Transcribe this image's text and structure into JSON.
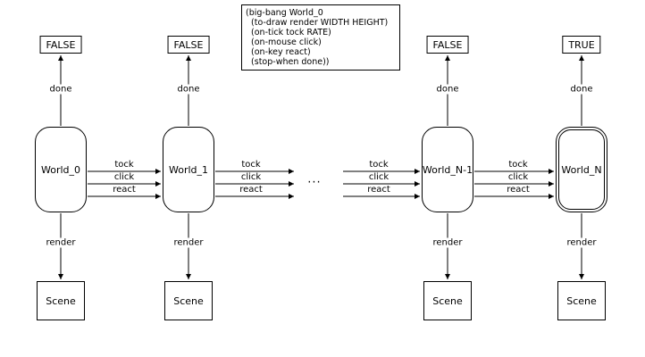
{
  "code_box": {
    "lines": [
      "(big-bang World_0",
      "  (to-draw render WIDTH HEIGHT)",
      "  (on-tick tock RATE)",
      "  (on-mouse click)",
      "  (on-key react)",
      "  (stop-when done))"
    ]
  },
  "edge_labels": {
    "done": "done",
    "render": "render",
    "tock": "tock",
    "click": "click",
    "react": "react"
  },
  "ellipsis": "...",
  "scene_label": "Scene",
  "columns": [
    {
      "flag": "FALSE",
      "world": "World_0"
    },
    {
      "flag": "FALSE",
      "world": "World_1"
    },
    {
      "flag": "FALSE",
      "world": "World_N-1"
    },
    {
      "flag": "TRUE",
      "world": "World_N"
    }
  ]
}
